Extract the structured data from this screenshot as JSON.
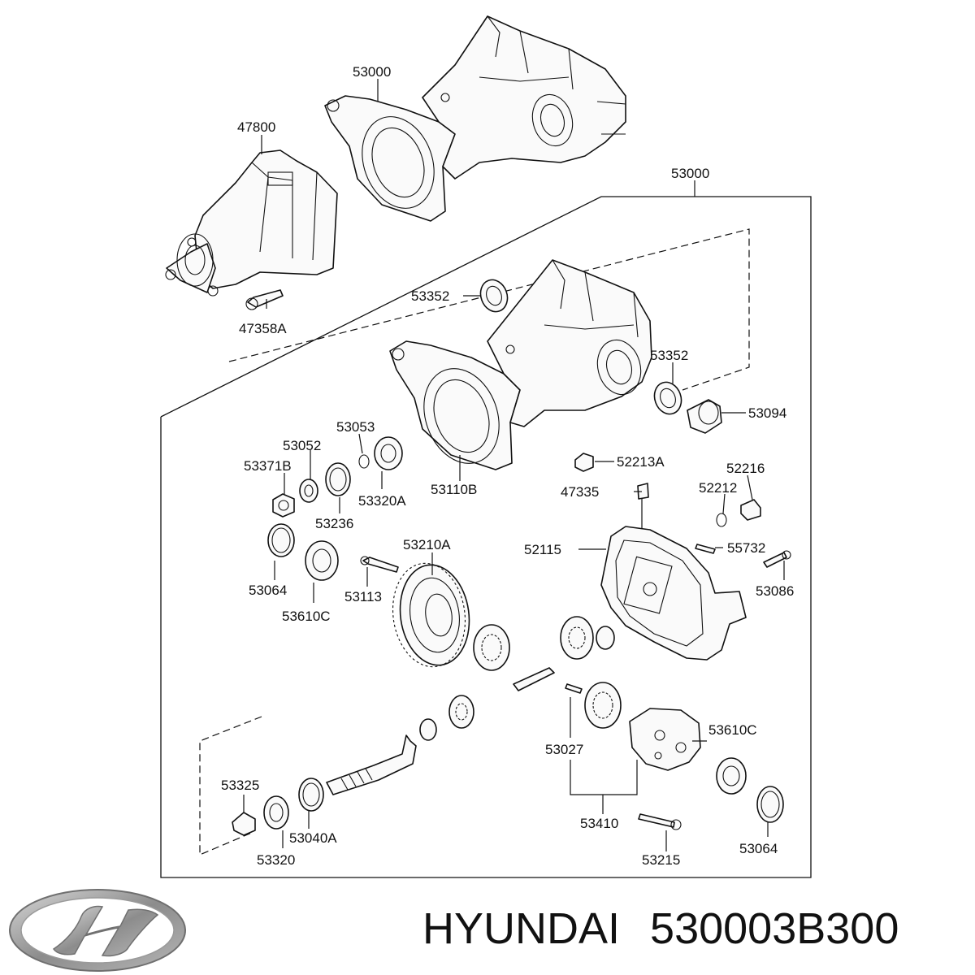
{
  "labels": [
    "53000",
    "47800",
    "47358A",
    "53000",
    "53352",
    "53352",
    "53094",
    "52213A",
    "53053",
    "53052",
    "53371B",
    "53320A",
    "53110B",
    "53236",
    "53064",
    "53113",
    "53210A",
    "53610C",
    "47335",
    "52216",
    "52212",
    "52115",
    "55732",
    "53086",
    "53027",
    "53610C",
    "53325",
    "53040A",
    "53320",
    "53410",
    "53215",
    "53064"
  ],
  "footer": {
    "brand": "HYUNDAI",
    "part_number": "530003B300"
  },
  "logo": {
    "name": "hyundai-logo",
    "color": "#8c8c8c"
  }
}
